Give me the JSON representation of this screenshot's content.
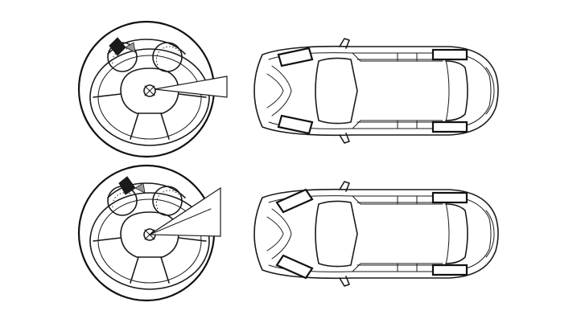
{
  "figure": {
    "panels": [
      {
        "steering_rotation": "slight",
        "wheels_turn": "straight"
      },
      {
        "steering_rotation": "large",
        "wheels_turn": "turned"
      }
    ],
    "colors": {
      "ink": "#1a1a1a",
      "background": "#ffffff",
      "marker_dark": "#1a1a1a",
      "marker_gray": "#9a9a9a"
    }
  }
}
